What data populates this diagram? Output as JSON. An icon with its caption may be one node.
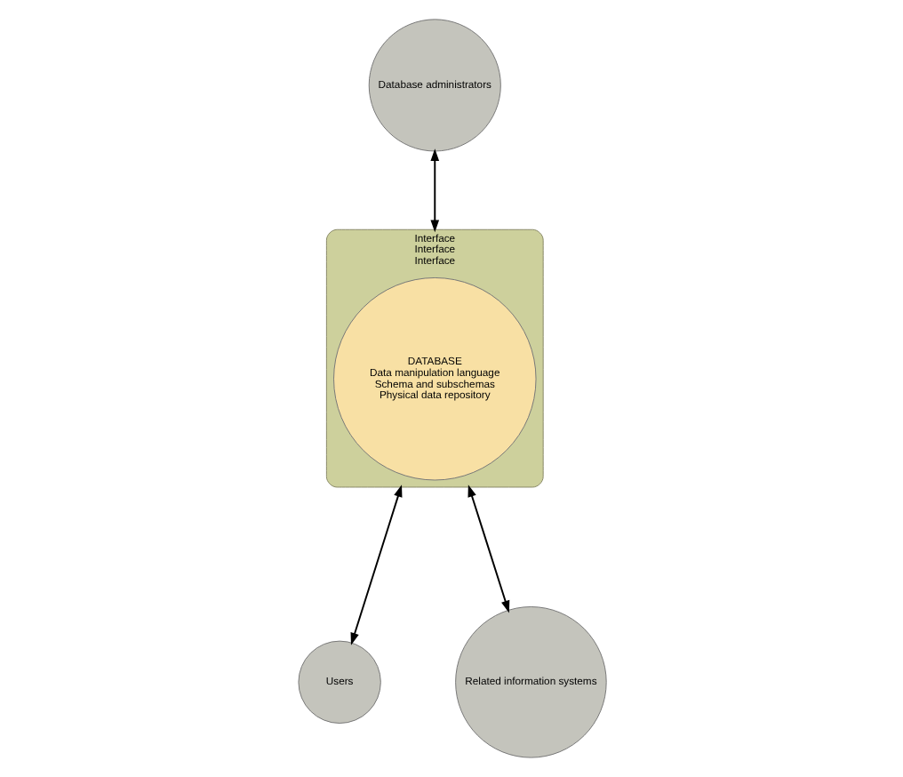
{
  "diagram": {
    "nodes": [
      {
        "text": [
          "Database administrators"
        ]
      },
      {
        "text": [
          "Interface",
          "Interface",
          "Interface"
        ]
      },
      {
        "text": [
          "DATABASE",
          "Data manipulation language",
          "Schema and subschemas",
          "Physical data repository"
        ],
        "in": 1
      },
      {
        "text": [
          "Users"
        ]
      },
      {
        "text": [
          "Related information systems"
        ]
      }
    ],
    "edges": [
      {
        "from": 0,
        "to": 1,
        "arrow": "both"
      },
      {
        "from": 1,
        "to": 3,
        "arrow": "both"
      },
      {
        "from": 1,
        "to": 4,
        "arrow": "both"
      }
    ]
  }
}
